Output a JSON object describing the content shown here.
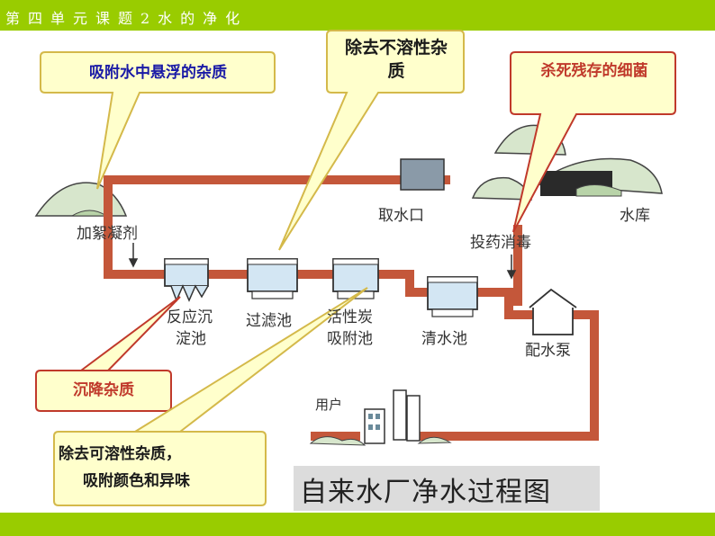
{
  "header": {
    "title": "第四单元课题2水的净化"
  },
  "callouts": {
    "adsorb_suspended": "吸附水中悬浮的杂质",
    "remove_insoluble": "除去不溶性杂质",
    "kill_bacteria": "杀死残存的细菌",
    "settle_impurities": "沉降杂质",
    "remove_soluble_line1": "除去可溶性杂质，",
    "remove_soluble_line2": "吸附颜色和异味"
  },
  "labels": {
    "coagulant": "加絮凝剂",
    "intake": "取水口",
    "reservoir": "水库",
    "disinfect": "投药消毒",
    "sediment_line1": "反应沉",
    "sediment_line2": "淀池",
    "filter": "过滤池",
    "carbon_line1": "活性炭",
    "carbon_line2": "吸附池",
    "clean_tank": "清水池",
    "pump": "配水泵",
    "user": "用户"
  },
  "caption": "自来水厂净水过程图",
  "colors": {
    "bar": "#99cc00",
    "pipe": "#c4573a",
    "callout_fill": "#ffffcc",
    "callout_border_yellow": "#d4b94a",
    "callout_border_red": "#c0392b",
    "text_blue": "#1a1aa6",
    "text_red": "#c0392b",
    "tank_water": "#d3e6f3"
  }
}
